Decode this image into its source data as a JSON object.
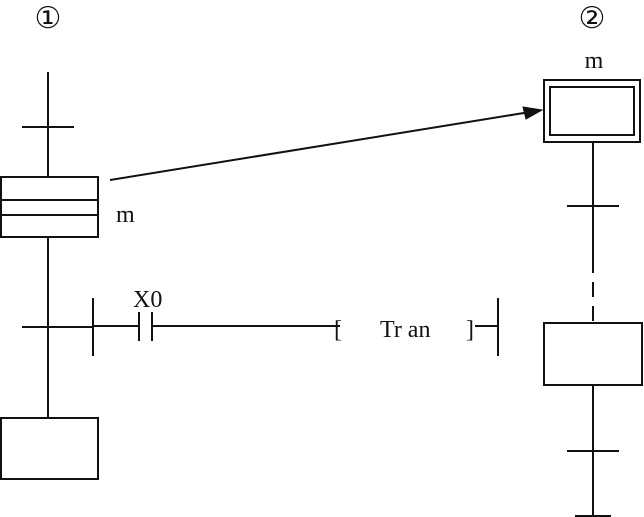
{
  "left_sfc": {
    "marker": "①",
    "macro_step_label": "m"
  },
  "ladder_rung": {
    "contact_label": "X0",
    "instruction_open_bracket": "[",
    "instruction_text": "Tr an",
    "instruction_close_bracket": "]"
  },
  "right_sfc": {
    "marker": "②",
    "initial_step_label": "m"
  },
  "colors": {
    "stroke": "#111111",
    "background": "#ffffff"
  }
}
